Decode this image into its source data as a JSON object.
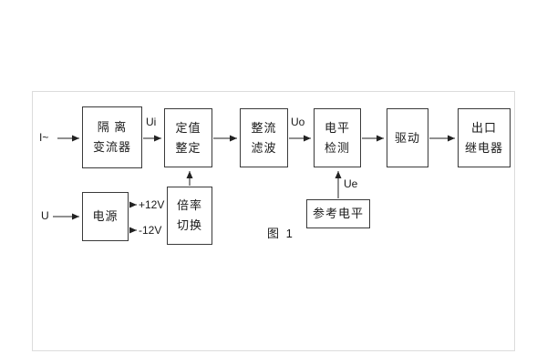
{
  "caption": "图 1",
  "labels": {
    "input_current": "I~",
    "input_voltage": "U",
    "ui": "Ui",
    "uo": "Uo",
    "ue": "Ue",
    "plus12": "+12V",
    "minus12": "-12V"
  },
  "blocks": {
    "isolation": {
      "line1": "隔 离",
      "line2": "变流器"
    },
    "setting": {
      "line1": "定值",
      "line2": "整定"
    },
    "rectifier": {
      "line1": "整流",
      "line2": "滤波"
    },
    "level": {
      "line1": "电平",
      "line2": "检测"
    },
    "drive": {
      "line1": "驱动"
    },
    "relay": {
      "line1": "出口",
      "line2": "继电器"
    },
    "power": {
      "line1": "电源"
    },
    "ratio": {
      "line1": "倍率",
      "line2": "切换"
    },
    "reference": {
      "line1": "参考电平"
    }
  }
}
